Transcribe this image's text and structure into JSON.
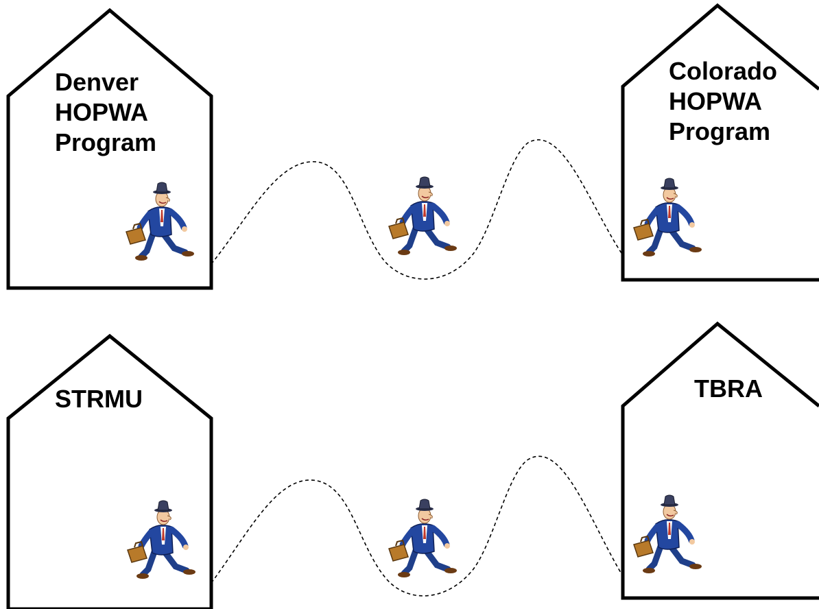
{
  "houses": {
    "denver": {
      "line1": "Denver",
      "line2": "HOPWA",
      "line3": "Program"
    },
    "colorado": {
      "line1": "Colorado",
      "line2": "HOPWA",
      "line3": "Program"
    },
    "strmu": {
      "label": "STRMU"
    },
    "tbra": {
      "label": "TBRA"
    }
  },
  "icons": {
    "person": "businessman-with-briefcase-icon"
  }
}
